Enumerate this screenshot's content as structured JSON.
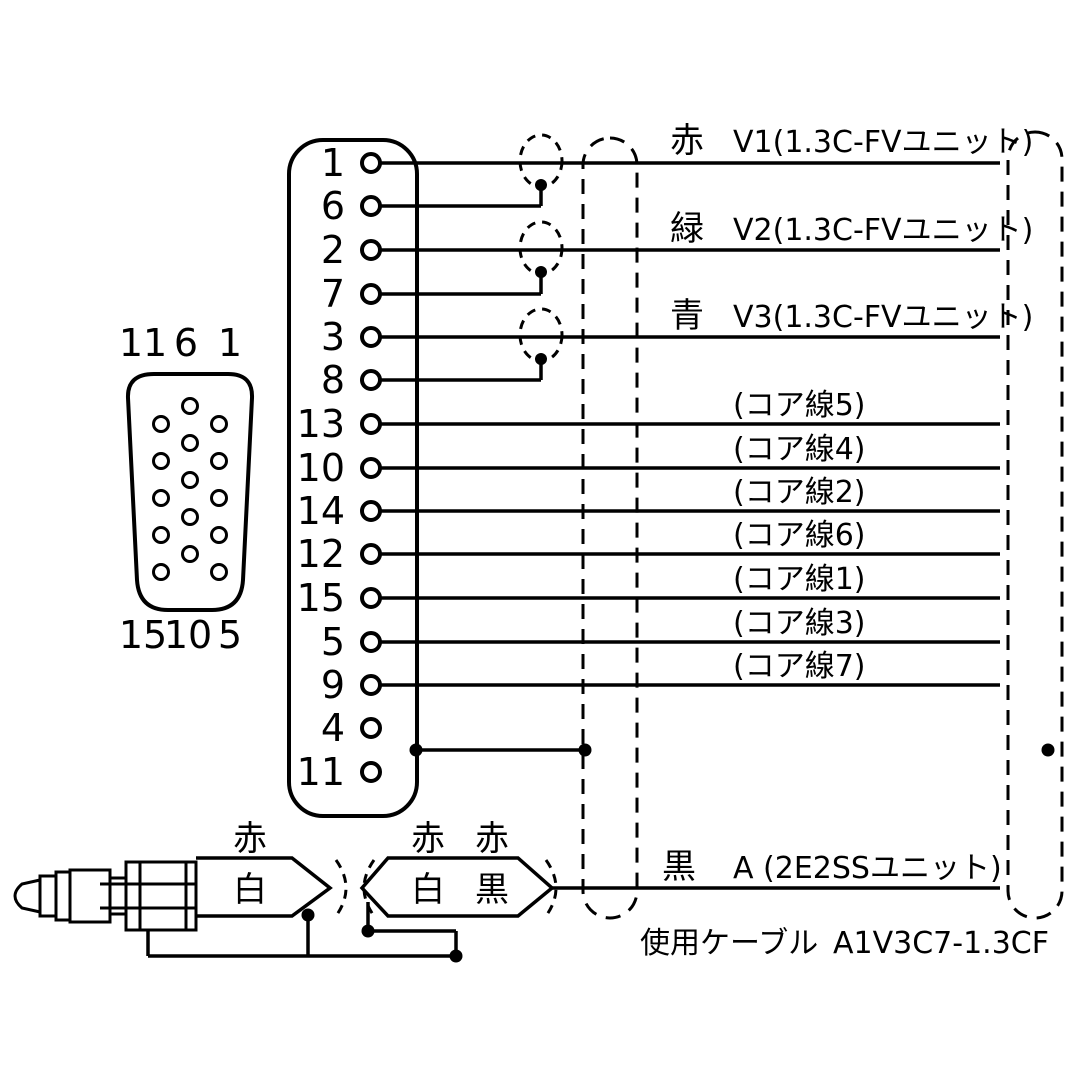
{
  "diagram": {
    "dsub_face": {
      "top_labels": [
        "11",
        "6",
        "1"
      ],
      "bottom_labels": [
        "15",
        "10",
        "5"
      ]
    },
    "connector_pins": [
      "1",
      "6",
      "2",
      "7",
      "3",
      "8",
      "13",
      "10",
      "14",
      "12",
      "15",
      "5",
      "9",
      "4",
      "11"
    ],
    "coax_pairs": [
      {
        "color": "赤",
        "unit": "V1(1.3C-FVユニット)"
      },
      {
        "color": "緑",
        "unit": "V2(1.3C-FVユニット)"
      },
      {
        "color": "青",
        "unit": "V3(1.3C-FVユニット)"
      }
    ],
    "core_wires": [
      "(コア線5)",
      "(コア線4)",
      "(コア線2)",
      "(コア線6)",
      "(コア線1)",
      "(コア線3)",
      "(コア線7)"
    ],
    "audio": {
      "first_top": "赤",
      "first_inner": "白",
      "second_top_left": "赤",
      "second_top_right": "赤",
      "second_inner_left": "白",
      "second_inner_right": "黒",
      "line_color": "黒",
      "unit": "A (2E2SSユニット)"
    },
    "footer": {
      "label": "使用ケーブル",
      "model": "A1V3C7-1.3CF"
    }
  }
}
